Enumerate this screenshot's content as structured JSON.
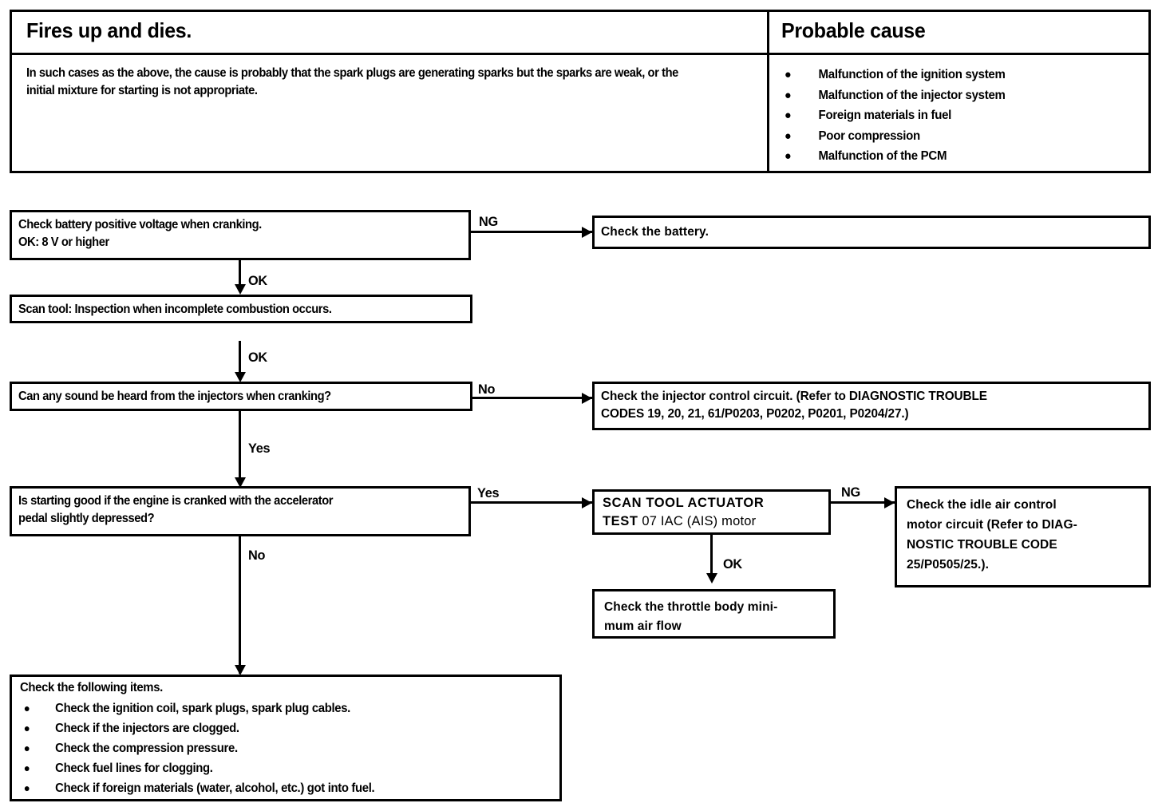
{
  "header": {
    "symptom_title": "Fires up and dies.",
    "cause_title": "Probable cause",
    "description": "In such cases as the above, the cause is probably that the spark plugs are generating sparks but the sparks are weak, or the initial mixture for starting is not appropriate.",
    "causes": [
      "Malfunction of the ignition system",
      "Malfunction of the injector system",
      "Foreign materials in fuel",
      "Poor compression",
      "Malfunction of the PCM"
    ]
  },
  "flow": {
    "box_battery_check": {
      "line1": "Check battery positive voltage when cranking.",
      "line2_label": "OK:",
      "line2_value": " 8 V or higher"
    },
    "box_check_battery": "Check the battery.",
    "box_scan_tool": "Scan tool: Inspection when incomplete combustion occurs.",
    "box_injector_sound": "Can any sound be heard from the injectors when cranking?",
    "box_injector_circuit": {
      "line1": "Check the injector control circuit. (Refer to DIAGNOSTIC  TROUBLE",
      "line2": "CODES  19, 20, 21, 61/P0203, P0202, P0201, P0204/27.)"
    },
    "box_accel_pedal": {
      "line1": "Is starting good if the engine is cranked with the accelerator",
      "line2": "pedal slightly depressed?"
    },
    "box_actuator_test": {
      "line1": "SCAN  TOOL  ACTUATOR",
      "line2_bold": "TEST",
      "line2_rest": "  07 IAC (AIS) motor"
    },
    "box_idle_air": {
      "line1": "Check the idle air control",
      "line2": "motor circuit (Refer to DIAG-",
      "line3": "NOSTIC TROUBLE CODE",
      "line4": "25/P0505/25.)."
    },
    "box_throttle_body": {
      "line1": "Check the throttle body mini-",
      "line2": "mum air flow"
    },
    "box_final_checks": {
      "title": "Check the following items.",
      "items": [
        "Check the ignition coil, spark plugs, spark plug cables.",
        "Check if the injectors are clogged.",
        "Check the compression pressure.",
        "Check fuel lines for clogging.",
        "Check if foreign materials (water, alcohol, etc.) got into fuel."
      ]
    },
    "labels": {
      "ng_battery": "NG",
      "ok_to_scan": "OK",
      "ok_to_injector_q": "OK",
      "no_injector": "No",
      "yes_injector": "Yes",
      "yes_accel": "Yes",
      "no_accel": "No",
      "ng_actuator": "NG",
      "ok_throttle": "OK"
    }
  },
  "bullet_glyph": "●"
}
